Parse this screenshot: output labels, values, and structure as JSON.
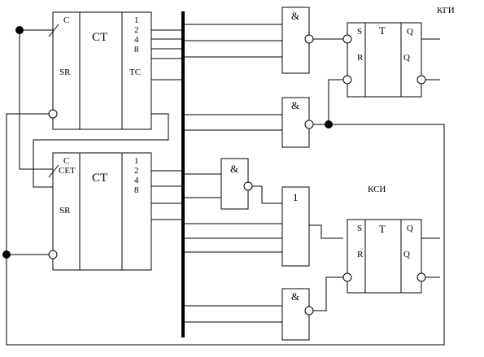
{
  "counter_top": {
    "clock_label": "C",
    "title": "СТ",
    "reset_label": "SR",
    "outputs": [
      "1",
      "2",
      "4",
      "8"
    ],
    "carry_label": "ТС"
  },
  "counter_bottom": {
    "clock_label": "C",
    "enable_label": "СЕТ",
    "title": "СТ",
    "reset_label": "SR",
    "outputs": [
      "1",
      "2",
      "4",
      "8"
    ]
  },
  "gates": {
    "and_symbol": "&",
    "or_symbol": "1"
  },
  "flipflop_top": {
    "group_label": "КГИ",
    "title": "Т",
    "set_label": "S",
    "reset_label": "R",
    "q_label": "Q",
    "q_inv_label": "Q"
  },
  "flipflop_bottom": {
    "group_label": "КСИ",
    "title": "Т",
    "set_label": "S",
    "reset_label": "R",
    "q_label": "Q",
    "q_inv_label": "Q"
  }
}
